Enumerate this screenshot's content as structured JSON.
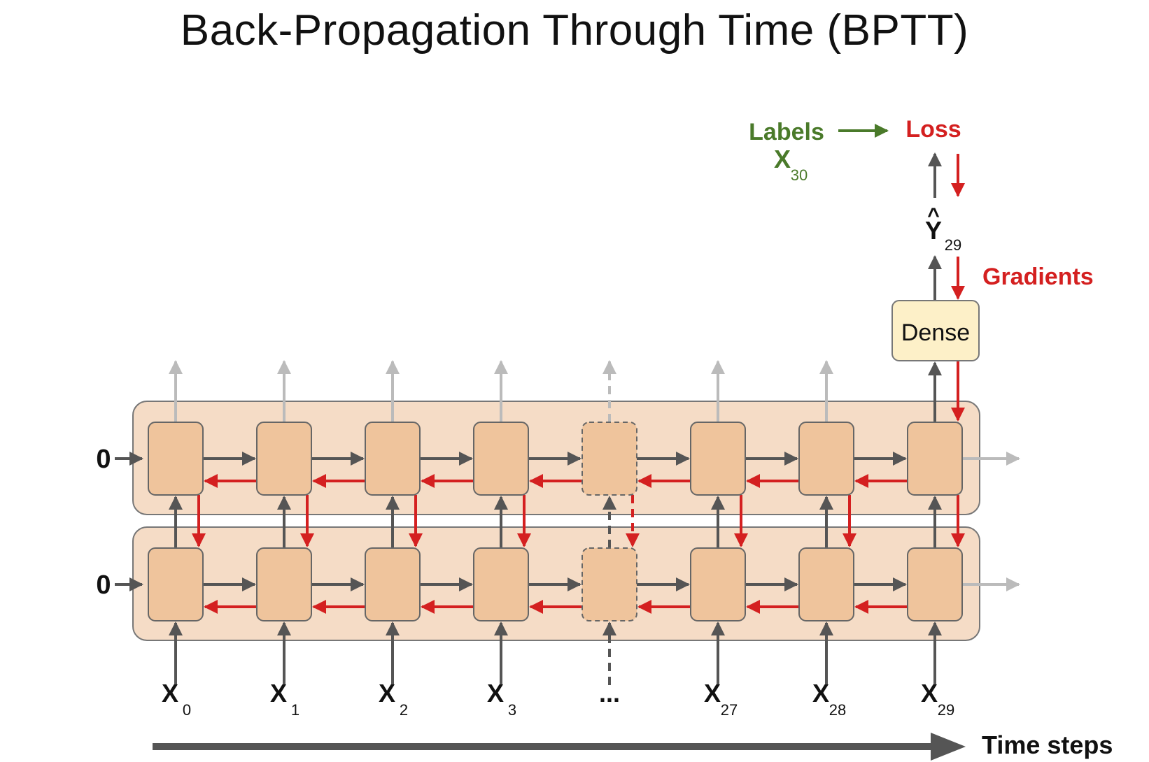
{
  "title": "Back-Propagation Through Time (BPTT)",
  "labels_text": "Labels",
  "labels_var": "X",
  "labels_sub": "30",
  "loss": "Loss",
  "yhat_var": "Y",
  "yhat_hat": "^",
  "yhat_sub": "29",
  "gradients": "Gradients",
  "dense": "Dense",
  "initial_state": "0",
  "inputs": [
    {
      "var": "X",
      "sub": "0"
    },
    {
      "var": "X",
      "sub": "1"
    },
    {
      "var": "X",
      "sub": "2"
    },
    {
      "var": "X",
      "sub": "3"
    },
    {
      "var": "...",
      "sub": ""
    },
    {
      "var": "X",
      "sub": "27"
    },
    {
      "var": "X",
      "sub": "28"
    },
    {
      "var": "X",
      "sub": "29"
    }
  ],
  "time_steps": "Time steps",
  "colors": {
    "cell_fill": "#efc49c",
    "layer_fill": "#f5dcc6",
    "forward_arrow": "#555555",
    "gradient_arrow": "#d42020",
    "faded_arrow": "#bbbbbb",
    "labels_color": "#4a7a2a",
    "dense_fill": "#fdf0c8"
  }
}
